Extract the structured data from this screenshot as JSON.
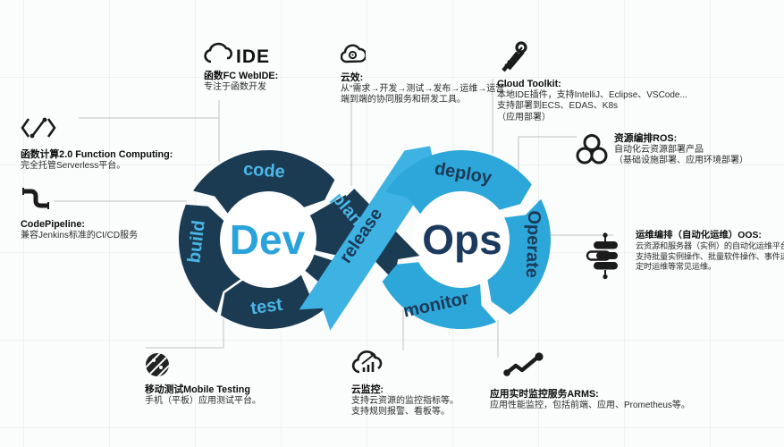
{
  "diagram": {
    "dev_label": "Dev",
    "ops_label": "Ops",
    "ring_labels": {
      "code": "code",
      "plan": "plan",
      "build": "build",
      "test": "test",
      "release": "release",
      "deploy": "deploy",
      "operate": "Operate",
      "monitor": "monitor"
    }
  },
  "colors": {
    "dev_ring": "#1b3b53",
    "ops_ring": "#2da7d9",
    "release_band": "#3db2e3",
    "dev_text": "#2aa3dc",
    "ops_text": "#1c3a5e",
    "label_on_dark": "#4ab7e6",
    "label_on_light": "#1c3a57",
    "connector": "#c9cdce",
    "icon": "#1b1b1b"
  },
  "callouts": {
    "function_computing": {
      "title": "函数计算2.0 Function Computing:",
      "lines": [
        "完全托管Serverless平台。"
      ]
    },
    "code_pipeline": {
      "title": "CodePipeline:",
      "lines": [
        "兼容Jenkins标准的CI/CD服务"
      ]
    },
    "web_ide": {
      "icon_label": "IDE",
      "title": "函数FC WebIDE:",
      "lines": [
        "专注于函数开发"
      ]
    },
    "yunxiao": {
      "title": "云效:",
      "lines": [
        "从“需求→开发→测试→发布→运维→运营”",
        "端到端的协同服务和研发工具。"
      ]
    },
    "cloud_toolkit": {
      "title": "Cloud Toolkit:",
      "lines": [
        "本地IDE插件，支持IntelliJ、Eclipse、VSCode...",
        "支持部署到ECS、EDAS、K8s",
        "（应用部署）"
      ]
    },
    "ros": {
      "title": "资源编排ROS:",
      "lines": [
        "自动化云资源部署产品",
        "（基础设施部署、应用环境部署）"
      ]
    },
    "oos": {
      "title": "运维编排（自动化运维）OOS:",
      "lines": [
        "云资源和服务器（实例）的自动化运维平台。",
        "支持批量实例操作、批量软件操作、事件运维、",
        "定时运维等常见运维。"
      ]
    },
    "arms": {
      "title": "应用实时监控服务ARMS:",
      "lines": [
        "应用性能监控，包括前端、应用、Prometheus等。"
      ]
    },
    "cloud_monitor": {
      "title": "云监控:",
      "lines": [
        "支持云资源的监控指标等。",
        "支持规则报警、看板等。"
      ]
    },
    "mobile_testing": {
      "title": "移动测试Mobile Testing",
      "lines": [
        "手机（平板）应用测试平台。"
      ]
    }
  }
}
